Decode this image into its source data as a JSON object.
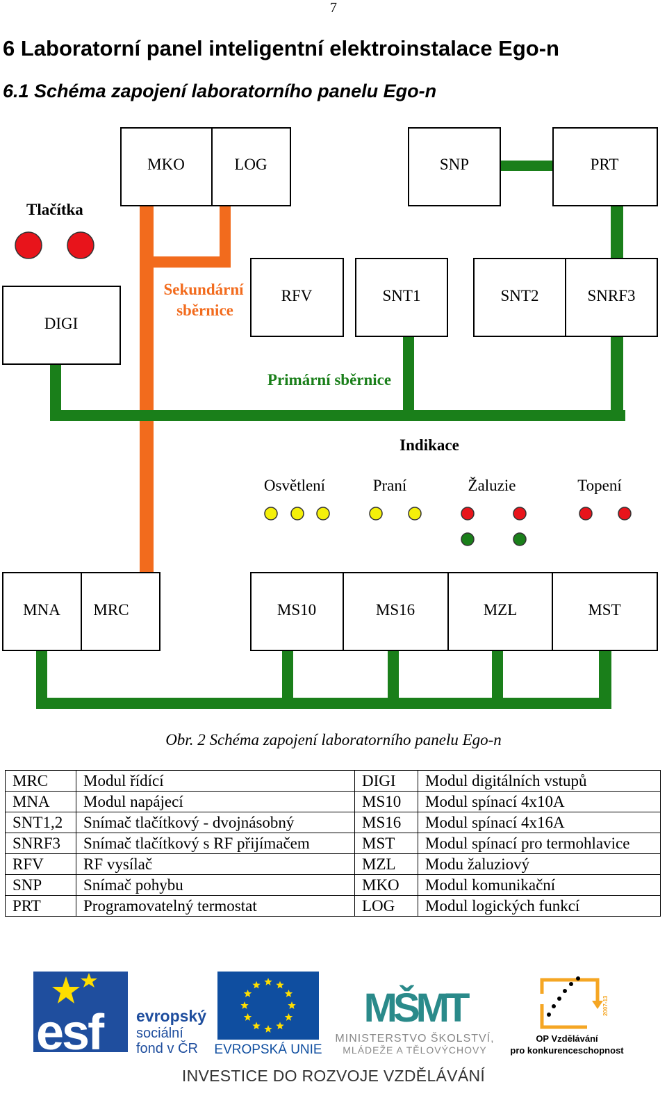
{
  "page": {
    "number": "7"
  },
  "headings": {
    "h1": "6   Laboratorní panel inteligentní elektroinstalace Ego-n",
    "h2": "6.1  Schéma zapojení laboratorního panelu Ego-n"
  },
  "diagram": {
    "modules": {
      "mko": "MKO",
      "log": "LOG",
      "snp": "SNP",
      "prt": "PRT",
      "digi": "DIGI",
      "rfv": "RFV",
      "snt1": "SNT1",
      "snt2": "SNT2",
      "snrf3": "SNRF3",
      "mna": "MNA",
      "mrc": "MRC",
      "ms10": "MS10",
      "ms16": "MS16",
      "mzl": "MZL",
      "mst": "MST"
    },
    "labels": {
      "tlacitka": "Tlačítka",
      "secondary_bus_line1": "Sekundární",
      "secondary_bus_line2": "sběrnice",
      "primary_bus": "Primární sběrnice",
      "indikace": "Indikace",
      "osvetleni": "Osvětlení",
      "prani": "Praní",
      "zaluzie": "Žaluzie",
      "topeni": "Topení"
    },
    "colors": {
      "primary_bus": "#1a7f1a",
      "secondary_bus": "#f26b1d",
      "secondary_label": "#f26b1d",
      "primary_label": "#1a7f1a",
      "red_led": "#e8141b",
      "yellow_led": "#f5f00a",
      "green_led": "#1a7f1a"
    }
  },
  "caption": "Obr. 2 Schéma zapojení laboratorního panelu Ego-n",
  "legend": {
    "rows": [
      [
        "MRC",
        "Modul řídící",
        "DIGI",
        "Modul digitálních vstupů"
      ],
      [
        "MNA",
        "Modul napájecí",
        "MS10",
        "Modul spínací 4x10A"
      ],
      [
        "SNT1,2",
        "Snímač tlačítkový - dvojnásobný",
        "MS16",
        "Modul spínací 4x16A"
      ],
      [
        "SNRF3",
        "Snímač tlačítkový s RF přijímačem",
        "MST",
        "Modul spínací pro termohlavice"
      ],
      [
        "RFV",
        "RF vysílač",
        "MZL",
        "Modu žaluziový"
      ],
      [
        "SNP",
        "Snímač pohybu",
        "MKO",
        "Modul komunikační"
      ],
      [
        "PRT",
        "Programovatelný termostat",
        "LOG",
        "Modul logických funkcí"
      ]
    ]
  },
  "logos": {
    "esf_big": "esf",
    "esf_line1": "evropský",
    "esf_line2": "sociální",
    "esf_line3": "fond v ČR",
    "eu_text": "EVROPSKÁ UNIE",
    "msmt_mark": "MŠMT",
    "msmt_line1": "MINISTERSTVO ŠKOLSTVÍ,",
    "msmt_line2": "MLÁDEŽE A TĚLOVÝCHOVY",
    "op_year": "2007-13",
    "op_line1": "OP Vzdělávání",
    "op_line2": "pro konkurenceschopnost",
    "colors": {
      "esf_blue": "#1f4e9e",
      "eu_blue": "#0f4ea0",
      "eu_star": "#ffde00",
      "msmt_teal": "#2a8a8a",
      "op_orange": "#f5a623"
    }
  },
  "footer": "INVESTICE DO ROZVOJE VZDĚLÁVÁNÍ"
}
